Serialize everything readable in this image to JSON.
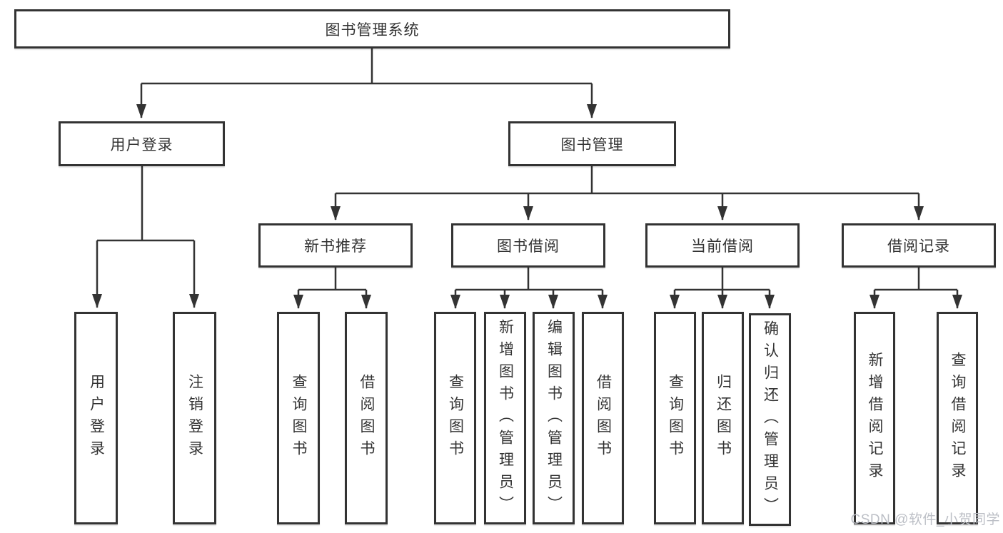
{
  "colors": {
    "line": "#333333",
    "text": "#333333",
    "box_bg": "#ffffff",
    "page_bg": "#ffffff",
    "watermark": "#bcbfc6"
  },
  "root": {
    "label": "图书管理系统"
  },
  "level2": {
    "user_login": {
      "label": "用户登录"
    },
    "book_mgmt": {
      "label": "图书管理"
    }
  },
  "level3": {
    "new_books": {
      "label": "新书推荐"
    },
    "book_borrow": {
      "label": "图书借阅"
    },
    "current_borrow": {
      "label": "当前借阅"
    },
    "borrow_records": {
      "label": "借阅记录"
    }
  },
  "leaves": {
    "user_login": [
      {
        "label": "用户登录"
      },
      {
        "label": "注销登录"
      }
    ],
    "new_books": [
      {
        "label": "查询图书"
      },
      {
        "label": "借阅图书"
      }
    ],
    "book_borrow": [
      {
        "label": "查询图书"
      },
      {
        "label": "新增图书（管理员）"
      },
      {
        "label": "编辑图书（管理员）"
      },
      {
        "label": "借阅图书"
      }
    ],
    "current_borrow": [
      {
        "label": "查询图书"
      },
      {
        "label": "归还图书"
      },
      {
        "label": "确认归还（管理员）"
      }
    ],
    "borrow_records": [
      {
        "label": "新增借阅记录"
      },
      {
        "label": "查询借阅记录"
      }
    ]
  },
  "watermark": {
    "text": "CSDN @软件_小贺同学"
  }
}
